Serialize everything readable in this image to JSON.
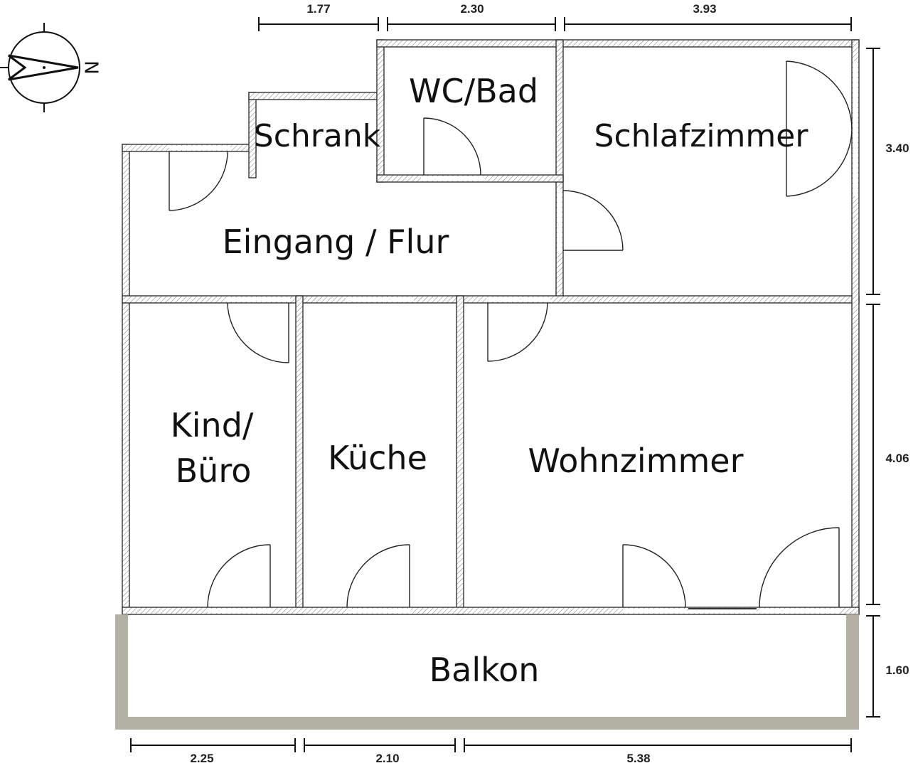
{
  "compass": {
    "label": "N"
  },
  "rooms": {
    "wc_bad": "WC/Bad",
    "schrank": "Schrank",
    "schlafzimmer": "Schlafzimmer",
    "eingang_flur": "Eingang / Flur",
    "kind_buero_line1": "Kind/",
    "kind_buero_line2": "Büro",
    "kueche": "Küche",
    "wohnzimmer": "Wohnzimmer",
    "balkon": "Balkon"
  },
  "dimensions": {
    "top": [
      "1.77",
      "2.30",
      "3.93"
    ],
    "bottom": [
      "2.25",
      "2.10",
      "5.38"
    ],
    "right": [
      "3.40",
      "4.06",
      "1.60"
    ]
  },
  "colors": {
    "wall_outline": "#333333",
    "balcony_wall": "#b3b0a4"
  }
}
